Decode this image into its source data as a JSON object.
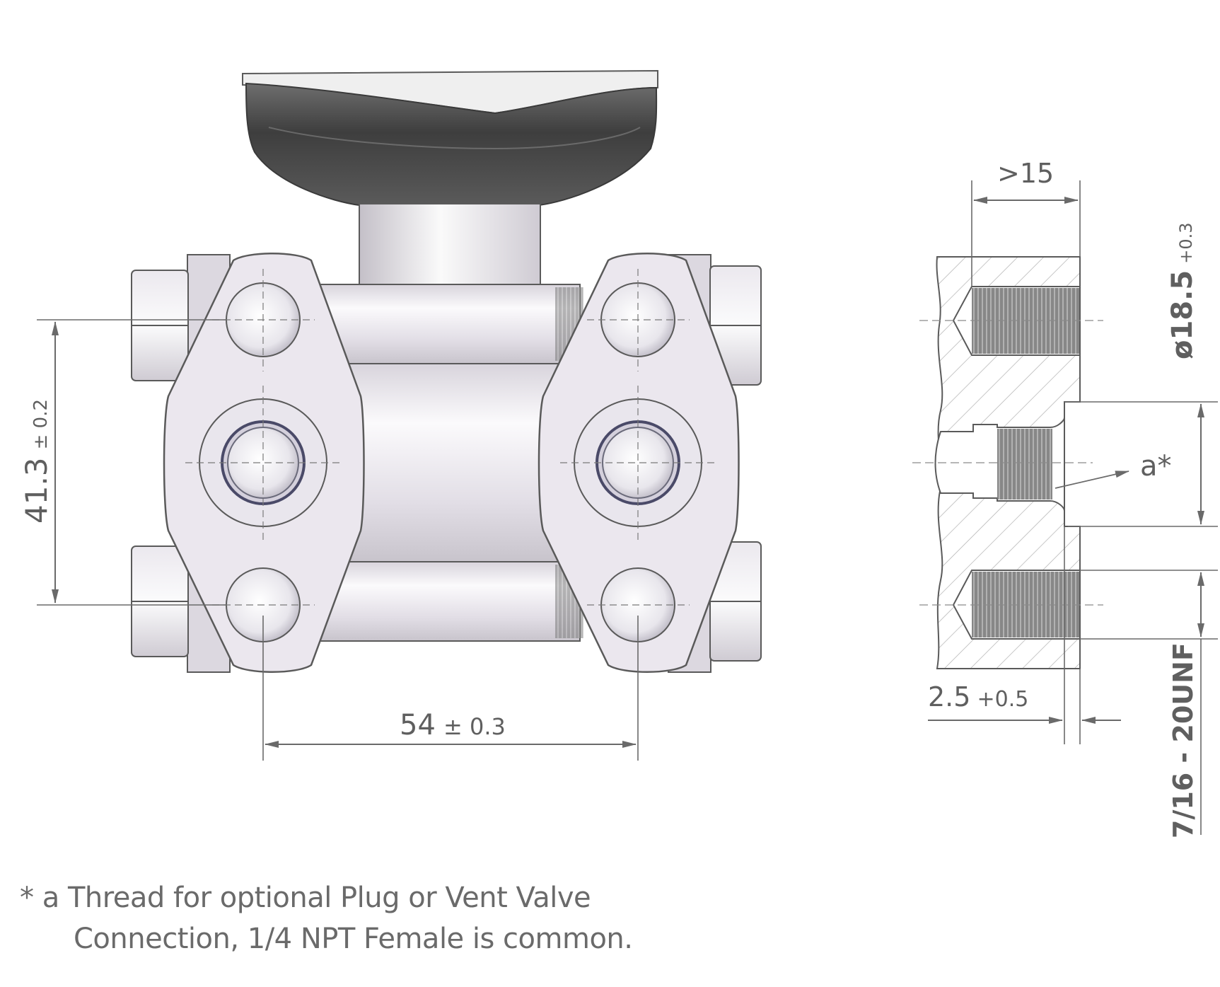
{
  "labels": {
    "hole_spacing": "41.3",
    "hole_spacing_tol": "± 0.2",
    "flange_spacing": "54",
    "flange_spacing_tol": "± 0.3",
    "thread_depth": ">15",
    "bore_dia": "ø18.5",
    "bore_dia_tol": "+0.3",
    "vent_thread": "a*",
    "recess_depth": "2.5",
    "recess_depth_tol": "+0.5",
    "bolt_thread": "7/16 - 20UNF"
  },
  "note": {
    "line1": "* a  Thread for optional Plug  or Vent Valve",
    "line2": "Connection, 1/4 NPT Female  is common."
  },
  "colors": {
    "body": "#e4e0e8",
    "outline": "#5a5a5a",
    "handle": "#4a4a4a",
    "dimension": "#6a6a6a",
    "text": "#5f5f5f"
  }
}
